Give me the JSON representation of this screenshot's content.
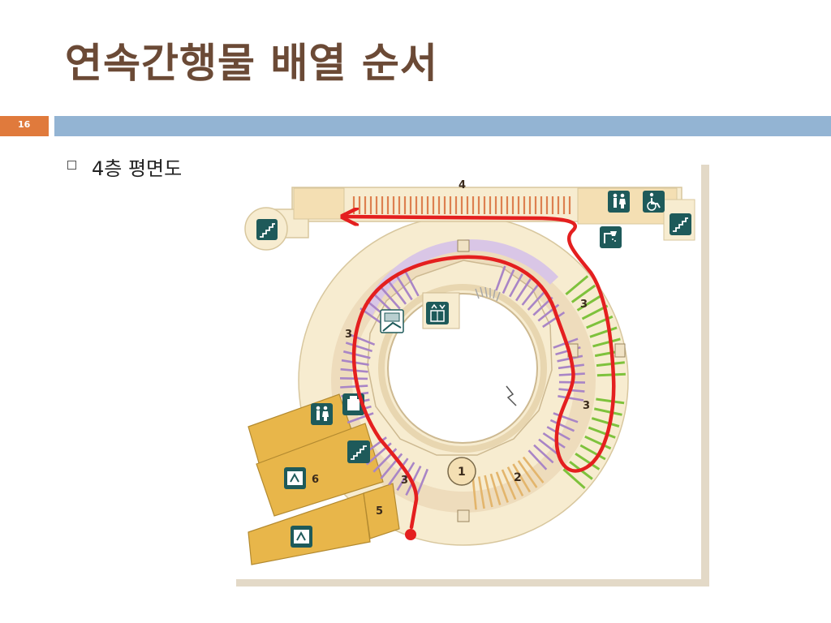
{
  "slide": {
    "title": "연속간행물 배열 순서",
    "page_number": "16",
    "bullet": "4층 평면도"
  },
  "floor_plan": {
    "labels": {
      "zone_top": "4",
      "zone_right_upper": "3",
      "zone_right_lower": "3",
      "zone_left": "3",
      "zone_left_lower": "3",
      "zone_center": "1",
      "zone_lower_right": "2",
      "room_6": "6",
      "room_5": "5"
    },
    "icons": [
      "stairs-icon",
      "restroom-icon",
      "wheelchair-icon",
      "shower-icon",
      "terminal-icon",
      "elevator-icon",
      "projector-icon"
    ],
    "colors": {
      "floor": "#f7ecd0",
      "room": "#e8b64a",
      "shelf_purple": "#a985c6",
      "shelf_green": "#7ec23c",
      "shelf_orange": "#e3b56c",
      "shelf_red": "#dd8050",
      "icon_bg": "#1e5a5a",
      "route": "#e41f1f"
    }
  }
}
